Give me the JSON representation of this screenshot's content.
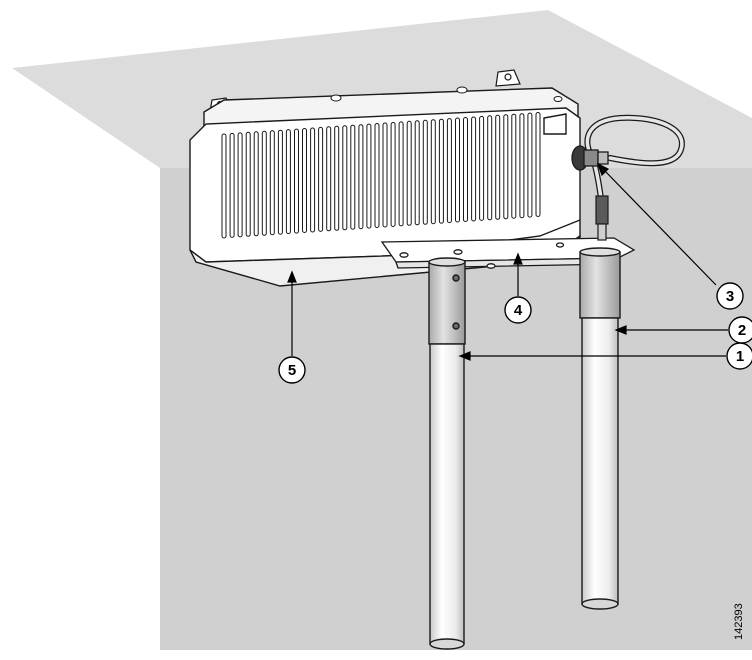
{
  "figure": {
    "figure_id": "142393",
    "callouts": [
      {
        "id": "callout-1",
        "label": "1"
      },
      {
        "id": "callout-2",
        "label": "2"
      },
      {
        "id": "callout-3",
        "label": "3"
      },
      {
        "id": "callout-4",
        "label": "4"
      },
      {
        "id": "callout-5",
        "label": "5"
      }
    ]
  },
  "colors": {
    "ceiling": "#dcdcdc",
    "wall": "#d0d0d0",
    "housing": "#ffffff",
    "line": "#1a1a1a",
    "antenna_shade": "#cfcfcf"
  }
}
